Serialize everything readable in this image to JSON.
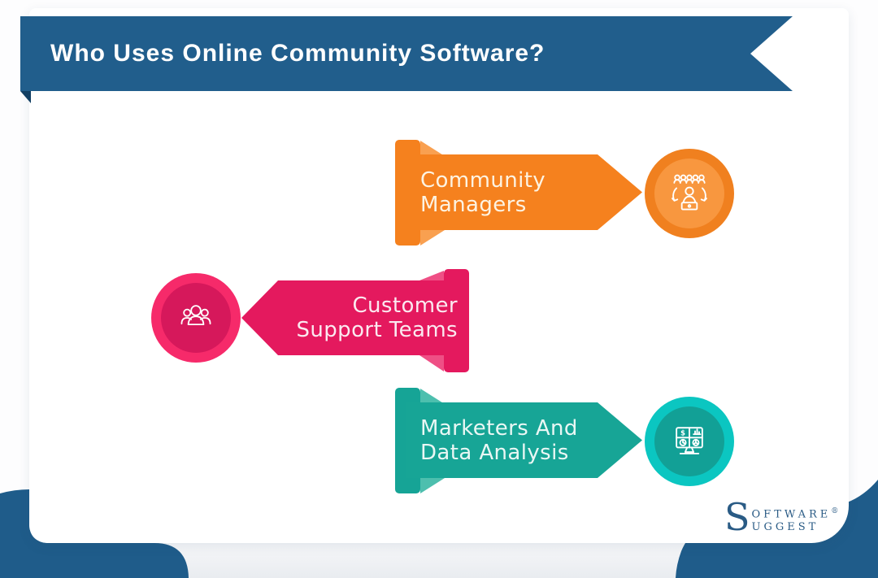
{
  "header": {
    "title": "Who Uses Online Community Software?"
  },
  "items": [
    {
      "name": "community-managers",
      "line1": "Community",
      "line2": "Managers",
      "icon": "community-manager-icon",
      "arrow_color": "#f5811e",
      "arrow_bevel_color": "#f9a050",
      "circle_outer_color": "#f0801f",
      "circle_inner_color": "#f8973f",
      "direction": "right"
    },
    {
      "name": "customer-support-teams",
      "line1": "Customer",
      "line2": "Support Teams",
      "icon": "support-team-icon",
      "arrow_color": "#e4195e",
      "arrow_bevel_color": "#ef4f85",
      "circle_outer_color": "#f62a6a",
      "circle_inner_color": "#d6185b",
      "direction": "left"
    },
    {
      "name": "marketers-and-data-analysis",
      "line1": "Marketers And",
      "line2": "Data Analysis",
      "icon": "analytics-dashboard-icon",
      "arrow_color": "#17a596",
      "arrow_bevel_color": "#4dbfae",
      "circle_outer_color": "#0bc6c1",
      "circle_inner_color": "#12a096",
      "direction": "right"
    }
  ],
  "footer_logo": {
    "initial": "S",
    "word_top": "OFTWARE",
    "registered": "®",
    "word_bottom": "UGGEST",
    "color": "#2a5b85"
  },
  "colors": {
    "ribbon": "#215e8c",
    "ribbon_fold": "#123f63",
    "bottom_accent": "#1f5c8a",
    "card_background": "#ffffff"
  }
}
